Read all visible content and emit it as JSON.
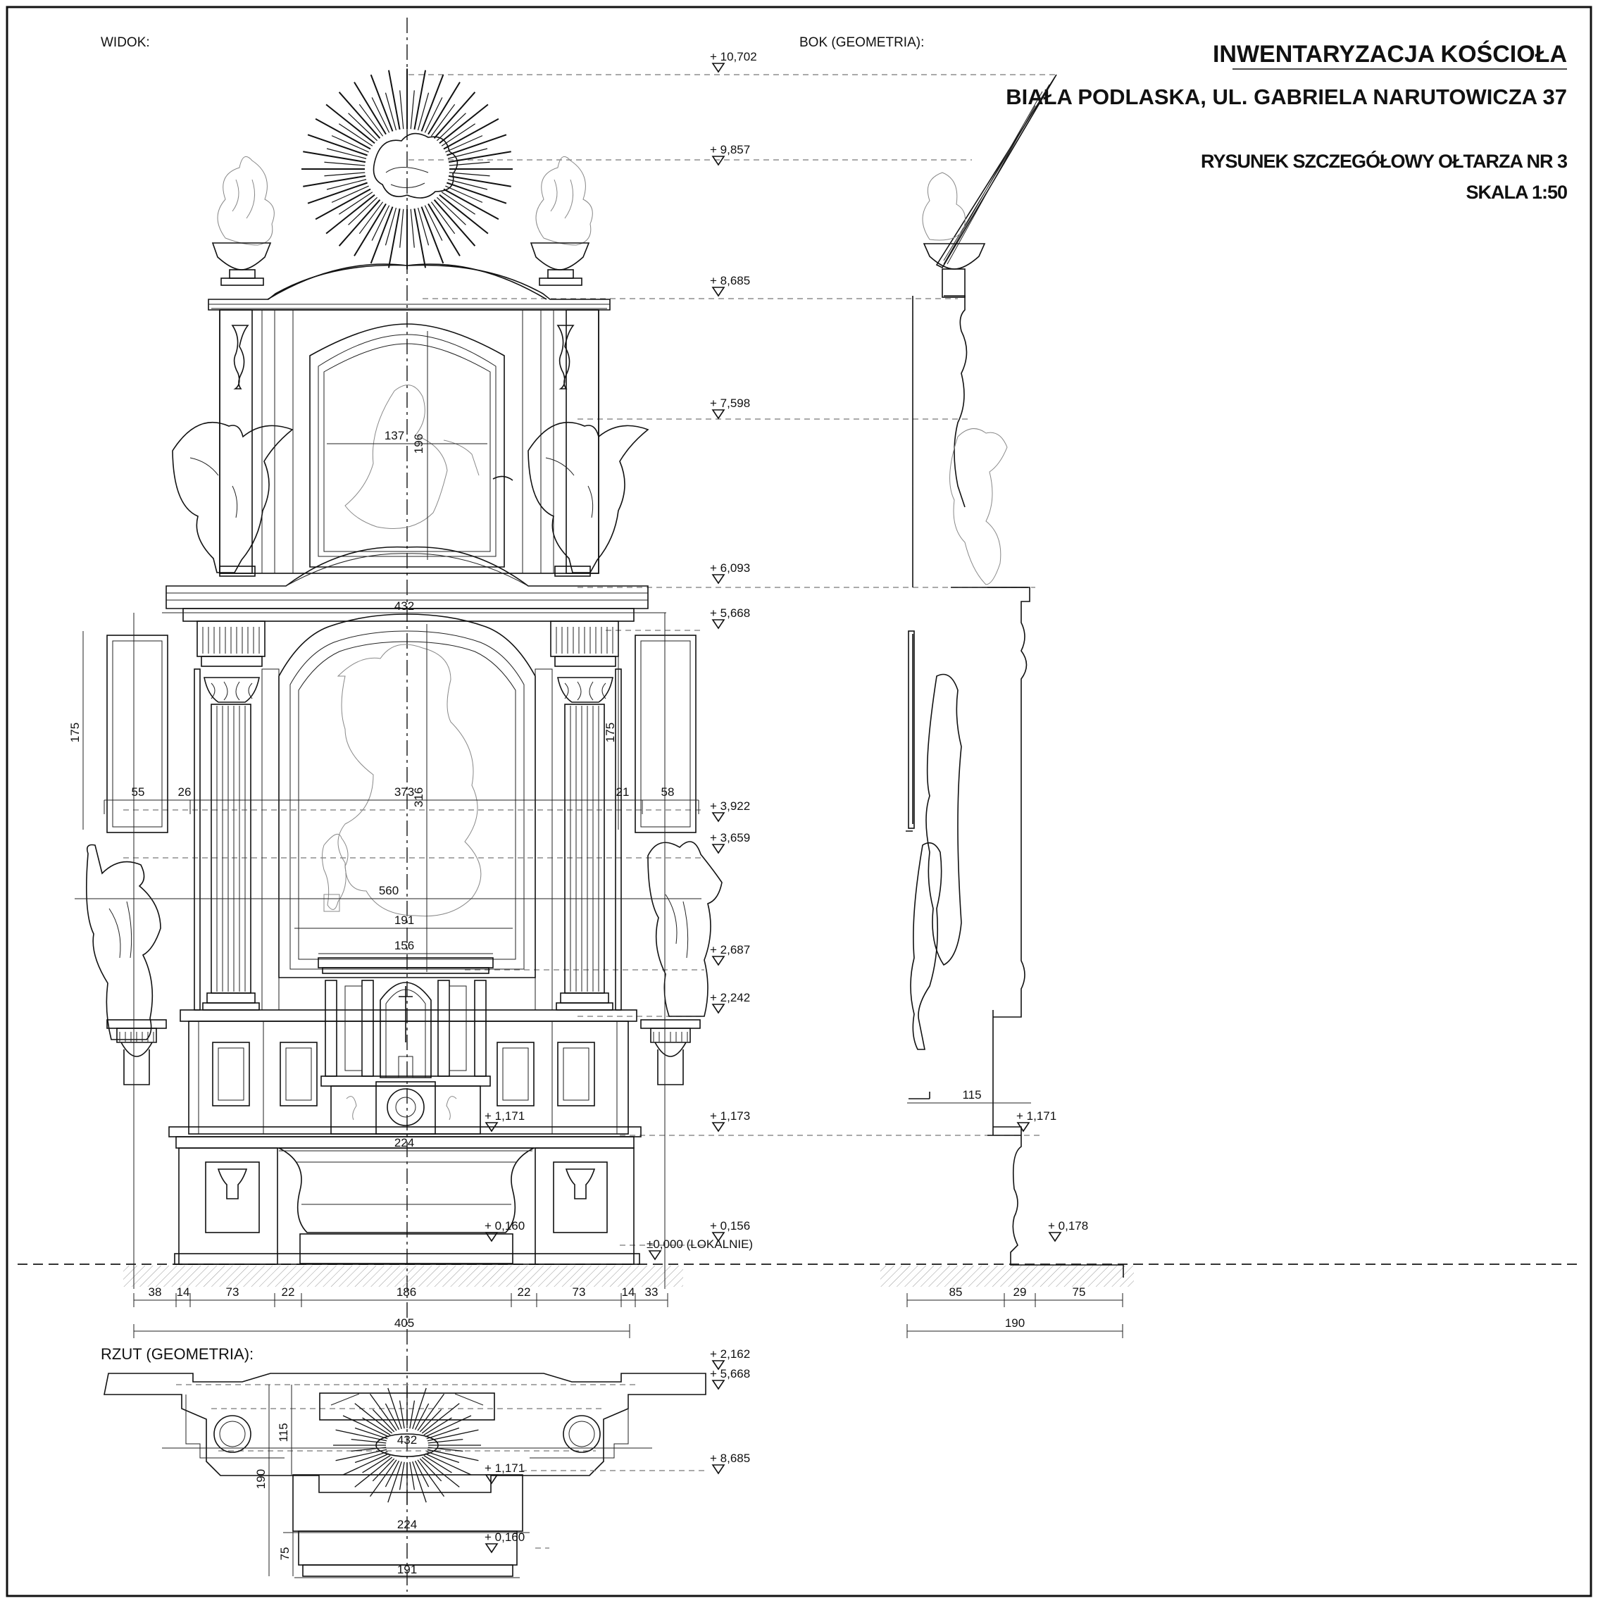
{
  "header": {
    "title": "INWENTARYZACJA KOŚCIOŁA",
    "address": "BIAŁA PODLASKA, UL. GABRIELA NARUTOWICZA 37",
    "drawing_name": "RYSUNEK SZCZEGÓŁOWY OŁTARZA NR 3",
    "scale": "SKALA 1:50"
  },
  "views": {
    "front": "WIDOK:",
    "side": "BOK (GEOMETRIA):",
    "plan": "RZUT (GEOMETRIA):"
  },
  "elevations": {
    "e10702": "+ 10,702",
    "e9857": "+ 9,857",
    "e8685": "+ 8,685",
    "e7598": "+ 7,598",
    "e6093": "+ 6,093",
    "e5668": "+ 5,668",
    "e3922": "+ 3,922",
    "e3659": "+ 3,659",
    "e2687": "+ 2,687",
    "e2242": "+ 2,242",
    "e1173": "+ 1,173",
    "e1171": "+ 1,171",
    "e0156": "+ 0,156",
    "e0160": "+ 0,160",
    "e0178": "+ 0,178",
    "zero": "±0,000  (LOKALNIE)"
  },
  "front_dims": {
    "upper_w": "137",
    "upper_h": "196",
    "top_w": "432",
    "pier_h_left": "175",
    "pier_h_right": "175",
    "d55": "55",
    "d26": "26",
    "main_w": "373",
    "main_h": "316",
    "d21": "21",
    "d58": "58",
    "statues_w": "560",
    "d191": "191",
    "d156": "156",
    "mensa_w": "224"
  },
  "bottom_dims": [
    "38",
    "14",
    "73",
    "22",
    "186",
    "22",
    "73",
    "14",
    "33"
  ],
  "bottom_total": "405",
  "side_dims": {
    "depth": "115",
    "b1": "85",
    "b2": "29",
    "b3": "75",
    "total": "190"
  },
  "plan_dims": {
    "e2162": "+ 2,162",
    "e5668": "+ 5,668",
    "e8685": "+ 8,685",
    "e1171": "+ 1,171",
    "e0160": "+ 0,160",
    "d432": "432",
    "d115": "115",
    "d190": "190",
    "d224": "224",
    "d75": "75",
    "d191": "191"
  }
}
